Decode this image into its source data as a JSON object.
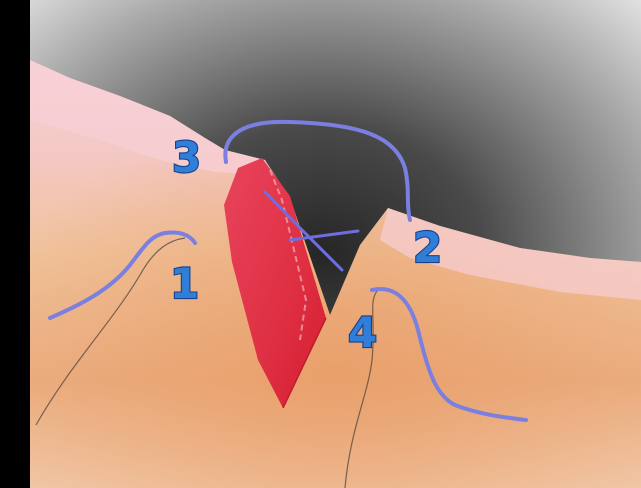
{
  "figure": {
    "labels": {
      "l1": "1",
      "l2": "2",
      "l3": "3",
      "l4": "4"
    },
    "colors": {
      "background_dark": "#3d3d3d",
      "background_light": "#dedede",
      "skin_pink": "#f3c6c7",
      "skin_orange": "#eba873",
      "flap_red": "#e2334c",
      "suture_blue": "#7b80e0",
      "label_fill": "#2f7fd9",
      "label_outline": "#1b3f8a",
      "left_border": "#000000"
    }
  }
}
